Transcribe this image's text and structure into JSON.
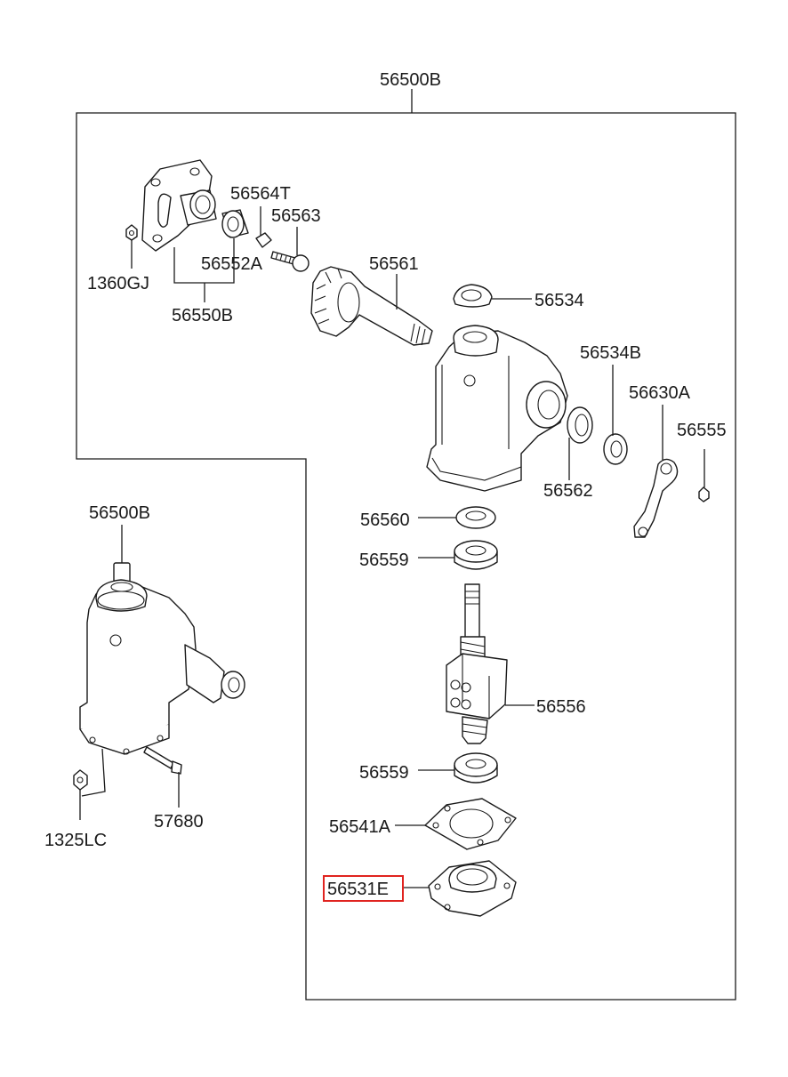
{
  "diagram": {
    "labels": {
      "assembly_top": "56500B",
      "assembly_side": "56500B",
      "p1360GJ": "1360GJ",
      "p56550B": "56550B",
      "p56564T": "56564T",
      "p56563": "56563",
      "p56552A": "56552A",
      "p56561": "56561",
      "p56534": "56534",
      "p56534B": "56534B",
      "p56630A": "56630A",
      "p56555": "56555",
      "p56562": "56562",
      "p56560": "56560",
      "p56559_top": "56559",
      "p56556": "56556",
      "p56559_bottom": "56559",
      "p56541A": "56541A",
      "p56531E": "56531E",
      "p1325LC": "1325LC",
      "p57680": "57680"
    },
    "highlight_color": "#e0231f",
    "line_color": "#1a1a1a"
  }
}
